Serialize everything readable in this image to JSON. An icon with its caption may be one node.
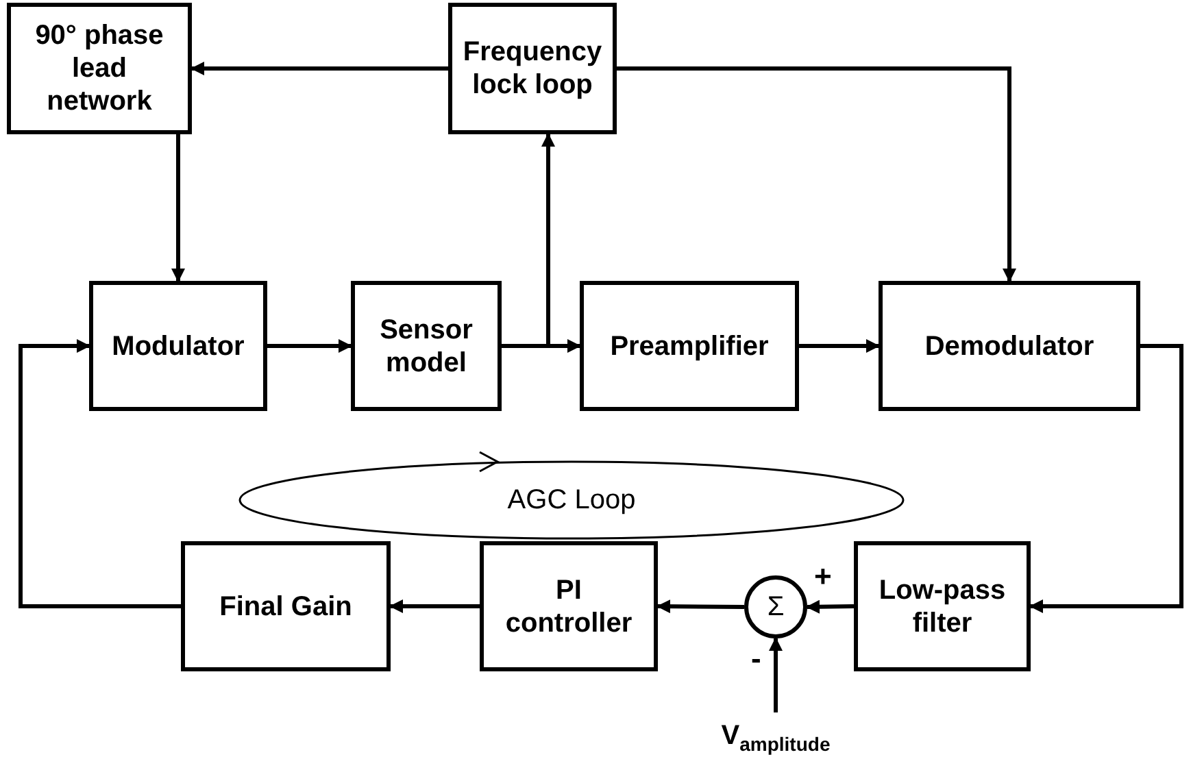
{
  "diagram": {
    "nodes": [
      {
        "text": [
          "90° phase lead network"
        ]
      },
      {
        "text": [
          "Frequency lock loop"
        ]
      },
      {
        "text": [
          "Modulator"
        ]
      },
      {
        "text": [
          "Sensor model"
        ]
      },
      {
        "text": [
          "Preamplifier"
        ]
      },
      {
        "text": [
          "Demodulator"
        ]
      },
      {
        "text": [
          "AGC Loop"
        ]
      },
      {
        "text": [
          "Final Gain"
        ]
      },
      {
        "text": [
          "PI controller"
        ]
      },
      {
        "text": [
          "Σ"
        ]
      },
      {
        "text": [
          "Low-pass filter"
        ]
      },
      {
        "text": [
          "V$_{amplitude}$"
        ]
      }
    ],
    "edges": [
      {
        "from": 1,
        "to": 0,
        "arrow": "to"
      },
      {
        "from": 1,
        "to": 5,
        "arrow": "to"
      },
      {
        "from": 0,
        "to": 2,
        "arrow": "to"
      },
      {
        "from": 2,
        "to": 3,
        "arrow": "to"
      },
      {
        "from": 3,
        "to": 4,
        "arrow": "to"
      },
      {
        "from": 3,
        "to": 1,
        "arrow": "to"
      },
      {
        "from": 4,
        "to": 5,
        "arrow": "to"
      },
      {
        "from": 5,
        "to": 10,
        "arrow": "to"
      },
      {
        "from": 10,
        "to": 9,
        "arrow": "to"
      },
      {
        "from": 9,
        "to": 8,
        "arrow": "to"
      },
      {
        "from": 8,
        "to": 7,
        "arrow": "to"
      },
      {
        "from": 7,
        "to": 2,
        "arrow": "to"
      },
      {
        "from": 11,
        "to": 9,
        "arrow": "to"
      }
    ],
    "labels": [
      "+",
      "-"
    ]
  }
}
